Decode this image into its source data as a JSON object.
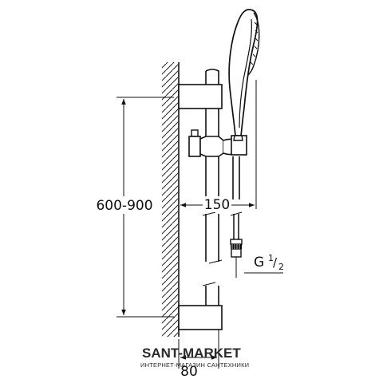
{
  "dimensions": {
    "height_range": "600-900",
    "projection_slider": "150",
    "projection_wall": "80"
  },
  "thread": {
    "letter": "G",
    "numerator": "1",
    "slash": "/",
    "denominator": "2"
  },
  "watermark": {
    "title": "SANT-MARKET",
    "subtitle": "ИНТЕРНЕТ-МАГАЗИН САНТЕХНИКИ"
  }
}
